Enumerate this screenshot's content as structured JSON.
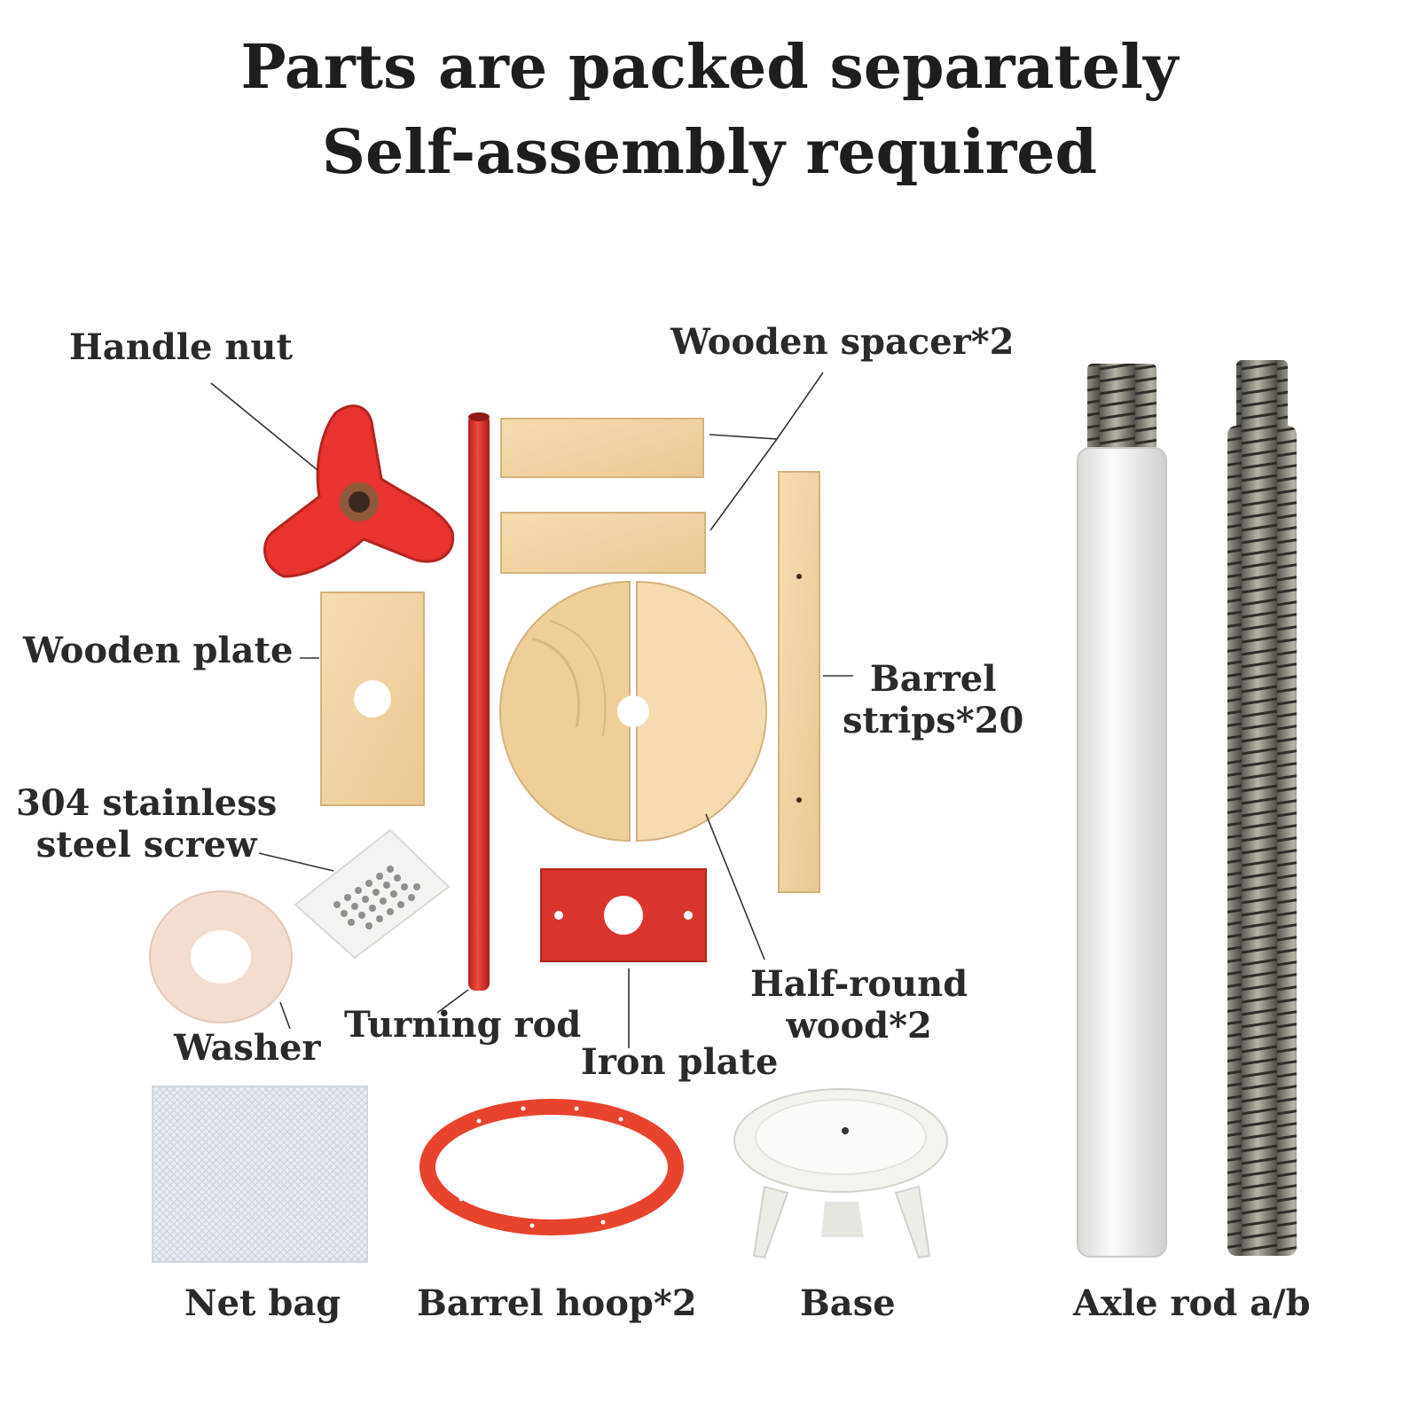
{
  "title": {
    "line1": "Parts are packed separately",
    "line2": "Self-assembly required"
  },
  "colors": {
    "red_parts": "#e8332e",
    "wood": "#f0d5a6",
    "white_parts": "#f2f2ee",
    "text": "#2a2a2a"
  },
  "parts": {
    "handle_nut": "Handle nut",
    "wooden_spacer": "Wooden spacer*2",
    "wooden_plate": "Wooden plate",
    "barrel_strips_line1": "Barrel",
    "barrel_strips_line2": "strips*20",
    "screw_line1": "304 stainless",
    "screw_line2": "steel screw",
    "washer": "Washer",
    "turning_rod": "Turning rod",
    "iron_plate": "Iron plate",
    "half_round_line1": "Half-round",
    "half_round_line2": "wood*2",
    "net_bag": "Net bag",
    "barrel_hoop": "Barrel hoop*2",
    "base": "Base",
    "axle_rod": "Axle rod a/b"
  }
}
